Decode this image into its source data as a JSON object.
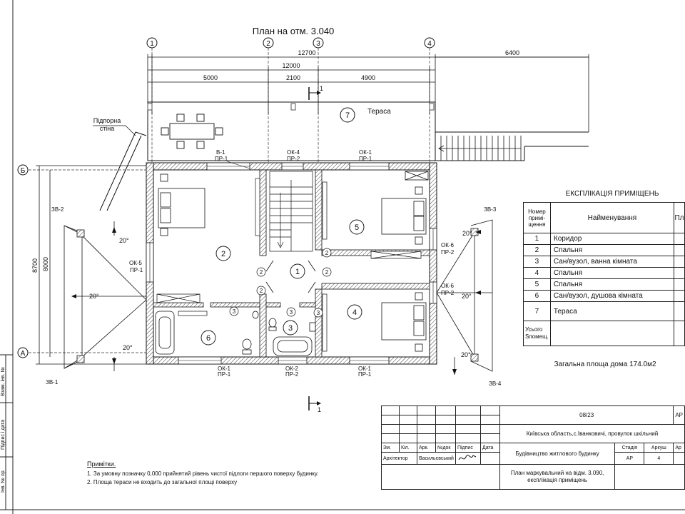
{
  "plan": {
    "title": "План на отм. 3.040",
    "axes_numbers": [
      "1",
      "2",
      "3",
      "4"
    ],
    "axes_letters": [
      "Б",
      "А"
    ],
    "dims_top": [
      "12700",
      "12000",
      "5000",
      "2100",
      "4900",
      "6400"
    ],
    "dims_left": [
      "8700",
      "8000"
    ],
    "section_mark": "1",
    "retaining_wall": "Підпорна\nстіна",
    "terrace_label": "Тераса",
    "room_numbers": [
      "1",
      "2",
      "3",
      "4",
      "5",
      "6",
      "7"
    ],
    "door_marks": [
      "2",
      "2",
      "2",
      "2",
      "3",
      "3",
      "3"
    ],
    "window_marks": [
      {
        "top": "В-1",
        "bottom": "ПР-1"
      },
      {
        "top": "ОК-4",
        "bottom": "ПР-2"
      },
      {
        "top": "ОК-1",
        "bottom": "ПР-1"
      },
      {
        "top": "ОК-5",
        "bottom": "ПР-1"
      },
      {
        "top": "ОК-6",
        "bottom": "ПР-2"
      },
      {
        "top": "ОК-6",
        "bottom": "ПР-2"
      },
      {
        "top": "ОК-1",
        "bottom": "ПР-1"
      },
      {
        "top": "ОК-2",
        "bottom": "ПР-2"
      },
      {
        "top": "ОК-1",
        "bottom": "ПР-1"
      }
    ],
    "corner_marks": [
      "ЗВ-2",
      "ЗВ-3",
      "ЗВ-1",
      "ЗВ-4"
    ],
    "slope_marks": [
      "20°",
      "20°",
      "20°",
      "20°",
      "20°",
      "20°"
    ]
  },
  "explication": {
    "title": "ЕКСПЛІКАЦІЯ ПРИМІЩЕНЬ",
    "headers": [
      "Номер\nпримі-\nщення",
      "Найменування",
      "Пл"
    ],
    "rows": [
      {
        "num": "1",
        "name": "Коридор"
      },
      {
        "num": "2",
        "name": "Спальня"
      },
      {
        "num": "3",
        "name": "Сан/вузол, ванна кімната"
      },
      {
        "num": "4",
        "name": "Спальня"
      },
      {
        "num": "5",
        "name": "Спальня"
      },
      {
        "num": "6",
        "name": "Сан/вузол, душова кімната"
      },
      {
        "num": "7",
        "name": "Тераса"
      }
    ],
    "total_label_1": "Усього",
    "total_label_2": "Sпомещ.",
    "total_area": "Загальна площа дома 174.0м2"
  },
  "notes": {
    "title": "Примітки.",
    "lines": [
      "1. За умовну позначку 0,000 прийнятий рівень чистої підлоги першого поверху будинку.",
      "2. Площа тераси не входить до загальної площі поверху"
    ]
  },
  "stamp": {
    "code": "08/23",
    "code_right": "АР",
    "address": "Київська область,с.Іванковичі, провулок шкільний",
    "header_cells": [
      "Зм.",
      "Кіл.",
      "Арк.",
      "№док",
      "Підпис",
      "Дата"
    ],
    "role": "Архітектор",
    "person": "Васильєвський",
    "project": "Будівництво житлового будинку",
    "stage_headers": [
      "Стадія",
      "Аркуш",
      "Ар"
    ],
    "stage_values": [
      "АР",
      "4"
    ],
    "sheet_title_1": "План маркувальний на відм. 3.090,",
    "sheet_title_2": "експлікація приміщень"
  },
  "side_labels": [
    "Інв. № ор.",
    "Підпис і дата",
    "Взам. інв. №"
  ]
}
